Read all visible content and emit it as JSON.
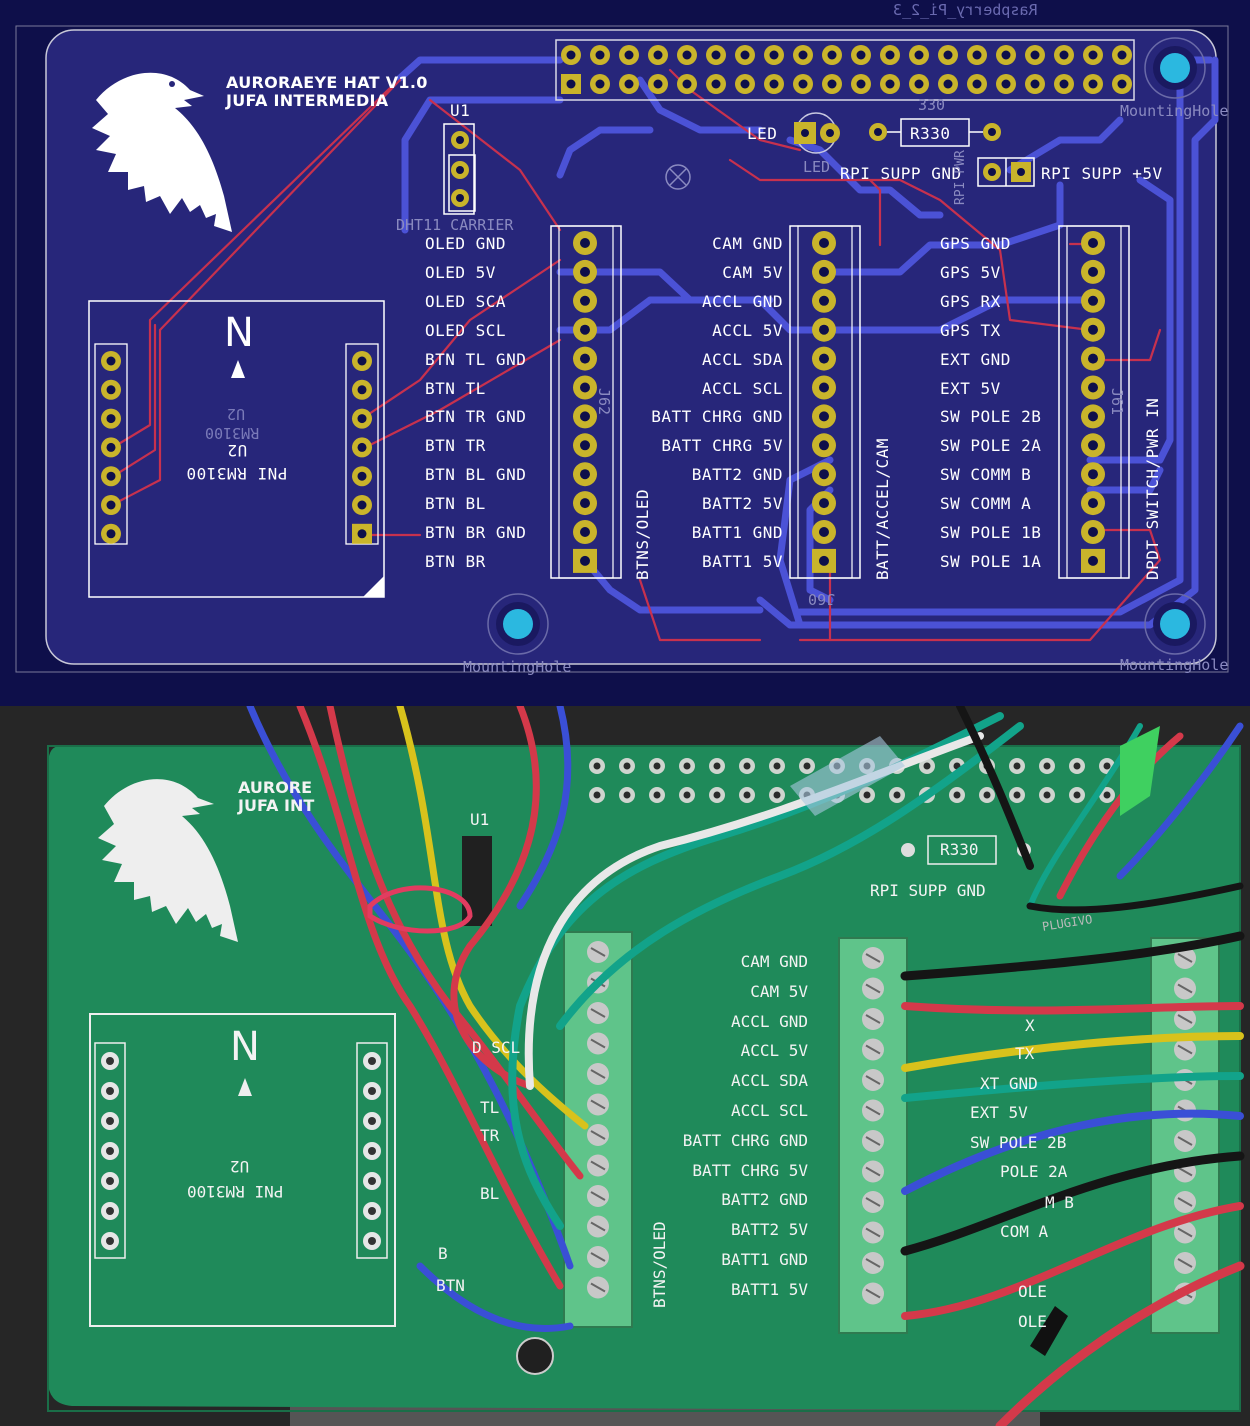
{
  "pcb": {
    "board_title": "AURORAEYE HAT V1.0",
    "board_subtitle": "JUFA INTERMEDIA",
    "header_ref": "Raspberry_Pi_2_3",
    "u1_label": "U1",
    "dht_label": "DHT11 CARRIER",
    "led_label": "LED",
    "led_fab": "LED",
    "r_value": "330",
    "r_label": "R330",
    "rpi_gnd": "RPI SUPP GND",
    "rpi_5v": "RPI SUPP +5V",
    "rpi_pwr_fab": "RPI PWR",
    "mounting_hole": "MountingHole",
    "compass_n": "N",
    "u2_ref": "U2",
    "u2_value": "RM3100",
    "u2_part": "PNI RM3100",
    "j62_fab": "J62",
    "j60_fab": "J60",
    "j61_fab": "J61",
    "btns_label": "BTNS/OLED",
    "batt_label": "BATT/ACCEL/CAM",
    "dpdt_label": "DPDT SWITCH/PWR IN",
    "col1": [
      "OLED GND",
      "OLED 5V",
      "OLED SCA",
      "OLED SCL",
      "BTN TL GND",
      "BTN TL",
      "BTN TR GND",
      "BTN TR",
      "BTN BL GND",
      "BTN BL",
      "BTN BR GND",
      "BTN BR"
    ],
    "col2": [
      "CAM GND",
      "CAM 5V",
      "ACCL GND",
      "ACCL 5V",
      "ACCL SDA",
      "ACCL SCL",
      "BATT CHRG GND",
      "BATT CHRG 5V",
      "BATT2 GND",
      "BATT2 5V",
      "BATT1 GND",
      "BATT1 5V"
    ],
    "col3": [
      "GPS GND",
      "GPS 5V",
      "GPS RX",
      "GPS TX",
      "EXT GND",
      "EXT 5V",
      "SW POLE 2B",
      "SW POLE 2A",
      "SW COMM B",
      "SW COMM A",
      "SW POLE 1B",
      "SW POLE 1A"
    ]
  },
  "photo": {
    "title_partial": "AURORE",
    "subtitle_partial": "JUFA INT",
    "u1_label": "U1",
    "r_label": "R330",
    "rpi_gnd": "RPI SUPP GND",
    "compass_n": "N",
    "u2_ref": "U2",
    "u2_part": "PNI RM3100",
    "btns_label": "BTNS/OLED",
    "col2": [
      "CAM GND",
      "CAM 5V",
      "ACCL GND",
      "ACCL 5V",
      "ACCL SDA",
      "ACCL SCL",
      "BATT CHRG GND",
      "BATT CHRG 5V",
      "BATT2 GND",
      "BATT2 5V",
      "BATT1 GND",
      "BATT1 5V"
    ],
    "col3_partial": [
      "X",
      "TX",
      "XT GND",
      "EXT 5V",
      "SW POLE 2B",
      "POLE 2A",
      "M B",
      "COM A",
      "OLE",
      "OLE"
    ],
    "col1_partial": [
      "D SCL",
      "TL",
      "TR",
      "BL",
      "B",
      "BTN"
    ],
    "cable_text": "PLUGIVO",
    "colors": {
      "board_green": "#1f8a5a",
      "wire_red": "#d4394a",
      "wire_blue": "#3a4fd6",
      "wire_green": "#12a38a",
      "wire_yellow": "#d8c21c",
      "wire_white": "#e8e8e8",
      "terminal_green": "#5fc48a"
    }
  },
  "colors": {
    "pcb_bg": "#0e0f4a",
    "board_fill": "#27267a",
    "front_copper": "#c7314e",
    "back_copper": "#4b52d6",
    "pad_gold": "#c9b42b",
    "mounting_cyan": "#2bb8e0"
  }
}
